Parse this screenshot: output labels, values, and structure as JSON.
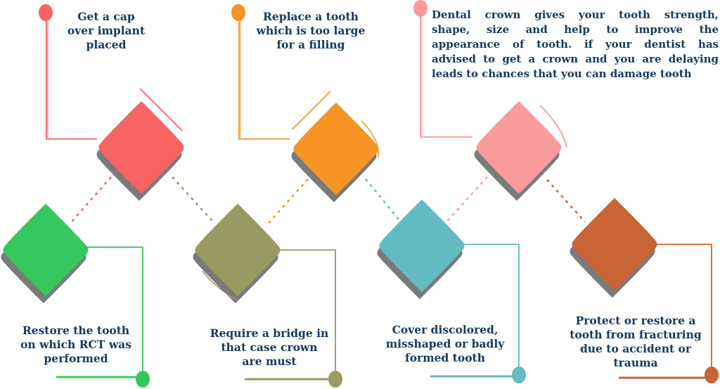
{
  "colors": {
    "red": "#f86363",
    "orange": "#f59424",
    "pink": "#f99b9b",
    "green": "#34c85f",
    "olive": "#999a62",
    "teal": "#62bcc2",
    "brown": "#c96434",
    "text": "#173a5e",
    "shadow": "#7a7a7a"
  },
  "top_items": [
    {
      "text": "Get a  cap\nover implant\nplaced"
    },
    {
      "text": "Replace a tooth\nwhich is too large\nfor a filling"
    },
    {
      "lines": [
        "Dental crown gives your tooth strength,",
        "shape, size and help to improve the",
        "appearance of tooth. if your dentist has",
        "advised to get a crown and you are delaying",
        "leads to chances that you can damage tooth"
      ]
    }
  ],
  "bottom_items": [
    {
      "text": "Restore the tooth\non which RCT was\nperformed"
    },
    {
      "text": "Require a bridge in\nthat case crown\nare must"
    },
    {
      "text": "Cover discolored,\nmisshaped or badly\nformed tooth"
    },
    {
      "text": "Protect or restore a\ntooth from fracturing\ndue to accident or\ntrauma"
    }
  ]
}
